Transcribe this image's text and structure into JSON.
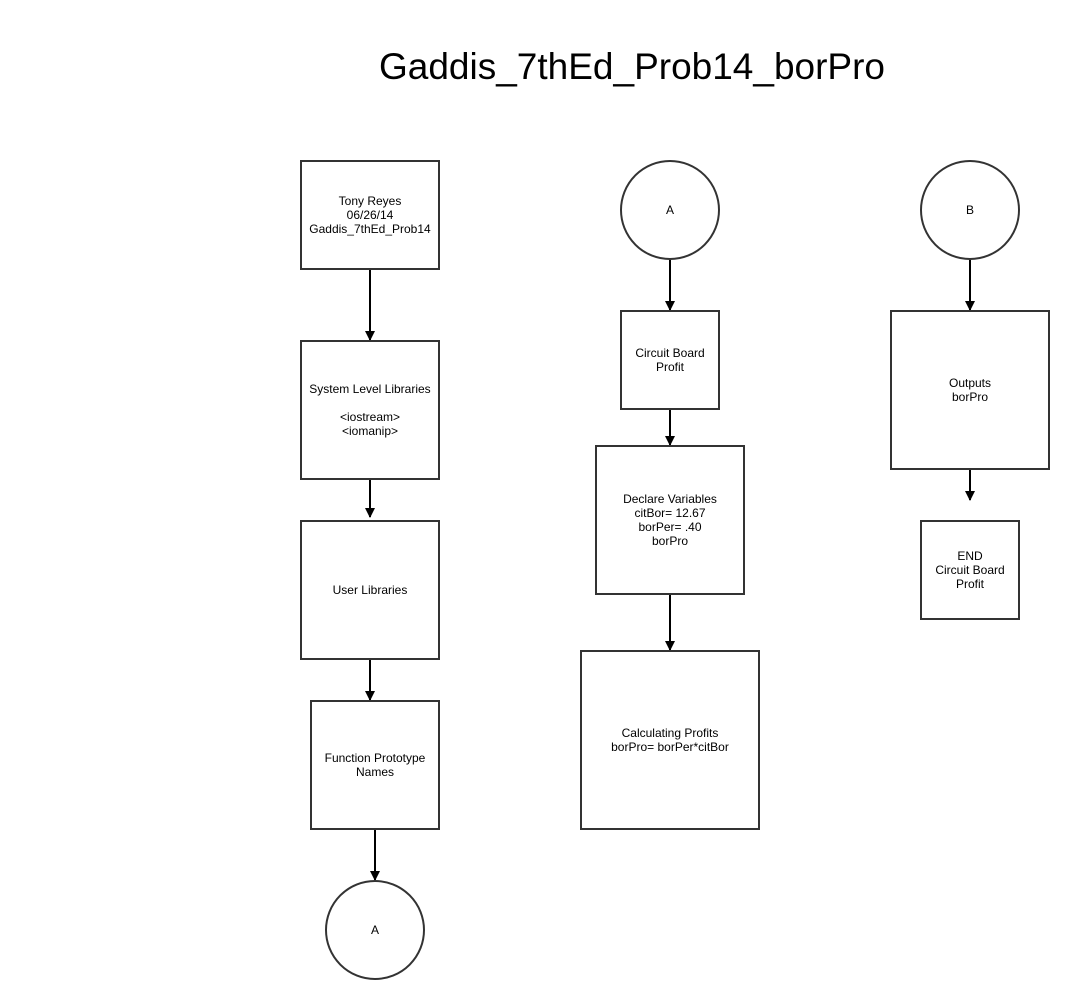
{
  "title": "Gaddis_7thEd_Prob14_borPro",
  "column1": {
    "header_box": "Tony Reyes\n06/26/14\nGaddis_7thEd_Prob14",
    "system_libraries_box": "System Level Libraries\n\n<iostream>\n<iomanip>",
    "user_libraries_box": "User Libraries",
    "function_prototype_box": "Function Prototype\nNames",
    "connector_label": "A"
  },
  "column2": {
    "connector_label": "A",
    "circuit_board_box": "Circuit Board\nProfit",
    "declare_variables_box": "Declare Variables\ncitBor=  12.67\nborPer= .40\nborPro",
    "calculating_box": "Calculating Profits\nborPro= borPer*citBor"
  },
  "column3": {
    "connector_label": "B",
    "outputs_box": "Outputs\nborPro",
    "end_box": "END\nCircuit Board\nProfit"
  }
}
